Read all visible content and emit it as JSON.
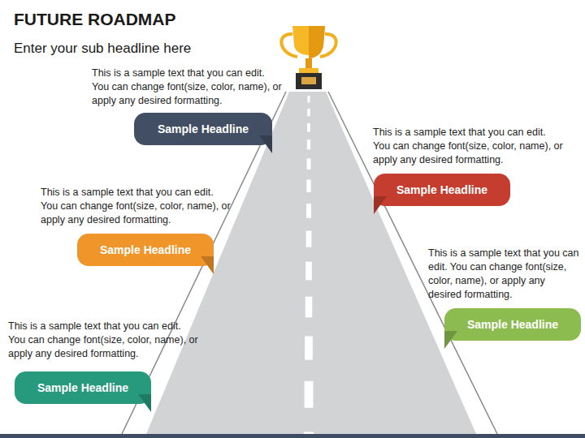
{
  "diagram": {
    "title": "FUTURE ROADMAP",
    "nodes": [
      {
        "text": [
          "This is a sample text that you can edit. You can change font(size, color, name), or apply any desired formatting.",
          "Sample Headline"
        ]
      },
      {
        "text": [
          "This is a sample text that you can edit. You can change font(size, color, name), or apply any desired formatting.",
          "Sample Headline"
        ]
      },
      {
        "text": [
          "This is a sample text that you can edit. You can change font(size, color, name), or apply any desired formatting.",
          "Sample Headline"
        ]
      },
      {
        "text": [
          "This is a sample text that you can edit. You can change font(size, color, name), or apply any desired formatting.",
          "Sample Headline"
        ]
      },
      {
        "text": [
          "This is a sample text that you can edit. You can change font(size, color, name), or apply any desired formatting.",
          "Sample Headline"
        ]
      }
    ],
    "labels": [
      "Enter your sub headline here"
    ]
  }
}
